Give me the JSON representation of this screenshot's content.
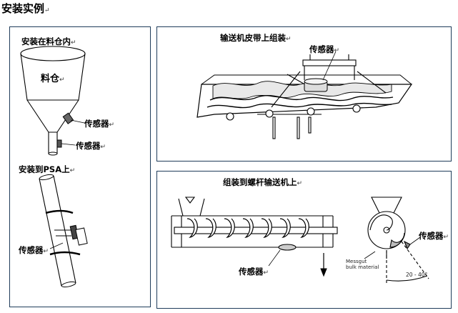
{
  "title": "安装实例",
  "para_mark": "↵",
  "panel_left": {
    "heading_top": "安装在料仓内",
    "bin_label": "料仓",
    "sensor_label_1": "传感器",
    "sensor_label_2": "传感器",
    "heading_pipe": "安装到PSA上",
    "sensor_label_3": "传感器"
  },
  "panel_conveyor": {
    "heading": "输送机皮带上组装",
    "sensor_label": "传感器"
  },
  "panel_screw": {
    "heading": "组装到螺杆输送机上",
    "sensor_label_bottom": "传感器",
    "sensor_label_right": "传感器",
    "material_text_1": "Messgut",
    "material_text_2": "bulk material",
    "angle_text": "20 - 40°"
  }
}
